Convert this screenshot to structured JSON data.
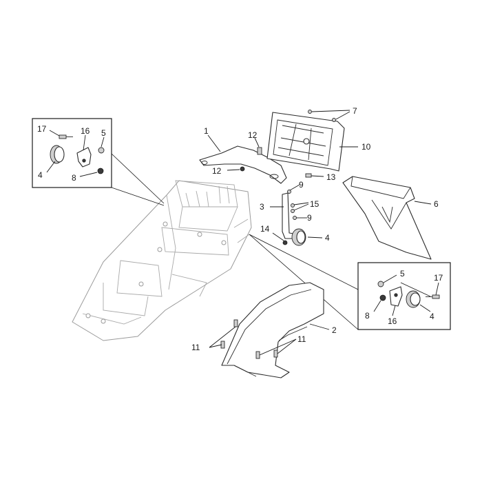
{
  "callouts": {
    "n1": "1",
    "n2": "2",
    "n3": "3",
    "n4": "4",
    "n5": "5",
    "n6": "6",
    "n7": "7",
    "n8": "8",
    "n9": "9",
    "n10": "10",
    "n11": "11",
    "n12": "12",
    "n13": "13",
    "n14": "14",
    "n15": "15",
    "n16": "16",
    "n17": "17"
  }
}
